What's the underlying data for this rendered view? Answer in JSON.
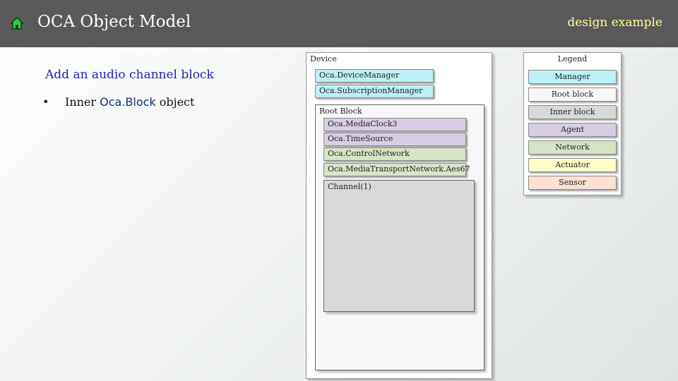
{
  "header": {
    "title": "OCA Object Model",
    "tag": "design example"
  },
  "content": {
    "heading": "Add an audio channel block",
    "bullet": {
      "marker": "•",
      "prefix": "Inner ",
      "code": "Oca.Block",
      "suffix": " object"
    }
  },
  "diagram": {
    "device_label": "Device",
    "managers": [
      "Oca.DeviceManager",
      "Oca.SubscriptionManager"
    ],
    "root_block_label": "Root Block",
    "root_items": [
      "Oca.MediaClock3",
      "Oca.TimeSource",
      "Oca.ControlNetwork",
      "Oca.MediaTransportNetwork.Aes67"
    ],
    "channel_label": "Channel(1)"
  },
  "legend": {
    "title": "Legend",
    "items": [
      "Manager",
      "Root block",
      "Inner block",
      "Agent",
      "Network",
      "Actuator",
      "Sensor"
    ]
  },
  "colors": {
    "manager": "#bdf1f7",
    "root_block": "#f7f7f7",
    "inner_block": "#d9d9d9",
    "agent": "#d8cde4",
    "network": "#d5e4c4",
    "actuator": "#fffdc8",
    "sensor": "#fbe0d4",
    "header_bg": "#595959",
    "heading_text": "#1f1fb0"
  }
}
